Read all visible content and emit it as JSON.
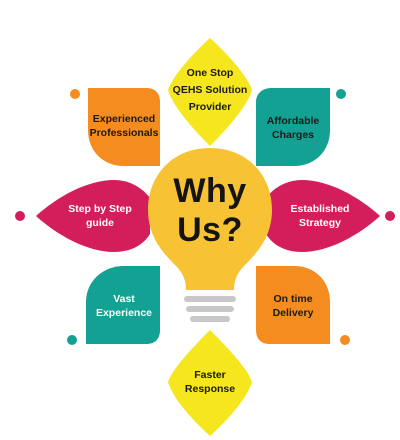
{
  "title": "",
  "center": {
    "line1": "Why",
    "line2": "Us?"
  },
  "colors": {
    "yellow": "#f6e61e",
    "orange": "#f58c1f",
    "teal": "#12a192",
    "crimson": "#d41e5c",
    "bulb": "#f7c233",
    "bulb_base": "#c8c8c8"
  },
  "petals": [
    {
      "id": "one-stop",
      "lines": [
        "One Stop",
        "QEHS Solution",
        "Provider"
      ],
      "color": "yellow"
    },
    {
      "id": "experienced",
      "lines": [
        "Experienced",
        "Professionals"
      ],
      "color": "orange"
    },
    {
      "id": "affordable",
      "lines": [
        "Affordable",
        "Charges"
      ],
      "color": "teal"
    },
    {
      "id": "step-by-step",
      "lines": [
        "Step by Step",
        "guide"
      ],
      "color": "crimson"
    },
    {
      "id": "established",
      "lines": [
        "Established",
        "Strategy"
      ],
      "color": "crimson"
    },
    {
      "id": "vast",
      "lines": [
        "Vast",
        "Experience"
      ],
      "color": "teal"
    },
    {
      "id": "on-time",
      "lines": [
        "On time",
        "Delivery"
      ],
      "color": "orange"
    },
    {
      "id": "faster",
      "lines": [
        "Faster",
        "Response"
      ],
      "color": "yellow"
    }
  ]
}
